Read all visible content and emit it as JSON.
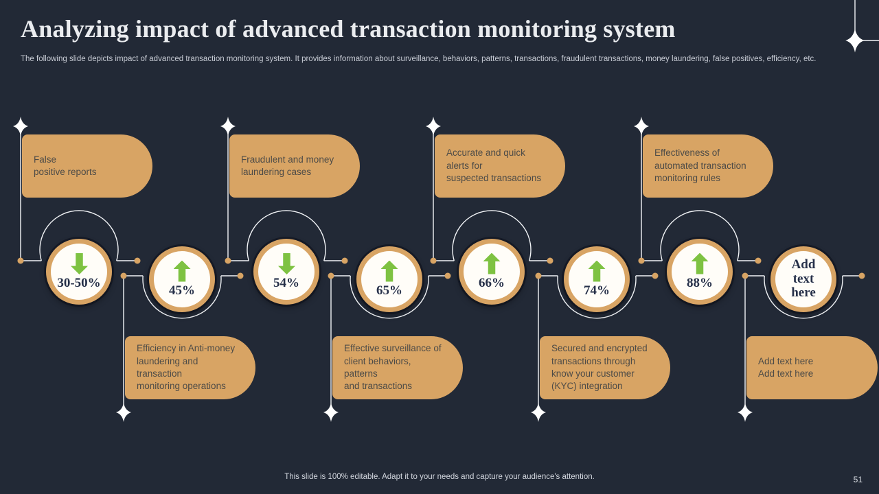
{
  "slide": {
    "title": "Analyzing impact of advanced transaction monitoring system",
    "subtitle": "The following slide depicts impact of advanced transaction monitoring system. It provides information about surveillance, behaviors, patterns, transactions, fraudulent transactions, money laundering, false positives, efficiency, etc.",
    "footer": "This slide is 100% editable. Adapt it to your needs and capture your audience's attention.",
    "page_number": "51"
  },
  "colors": {
    "background": "#222936",
    "accent_tan": "#D8A464",
    "arrow_green": "#7EC242",
    "connector_white": "#F2F4F7",
    "circle_fill": "#FFFDF8",
    "circle_text": "#263049",
    "callout_text": "#4D4B47"
  },
  "nodes": [
    {
      "value": "30-50%",
      "arrow": "down"
    },
    {
      "value": "45%",
      "arrow": "up"
    },
    {
      "value": "54%",
      "arrow": "down"
    },
    {
      "value": "65%",
      "arrow": "up"
    },
    {
      "value": "66%",
      "arrow": "up"
    },
    {
      "value": "74%",
      "arrow": "up"
    },
    {
      "value": "88%",
      "arrow": "up"
    },
    {
      "value": "Add text here",
      "arrow": "none"
    }
  ],
  "callouts_top": [
    {
      "text": "False\npositive reports"
    },
    {
      "text": "Fraudulent and money\nlaundering cases"
    },
    {
      "text": "Accurate and quick\nalerts for\nsuspected transactions"
    },
    {
      "text": "Effectiveness of\nautomated transaction\nmonitoring rules"
    }
  ],
  "callouts_bottom": [
    {
      "text": "Efficiency in Anti-money\nlaundering and\ntransaction\nmonitoring operations"
    },
    {
      "text": "Effective surveillance of\nclient behaviors, patterns\nand transactions"
    },
    {
      "text": "Secured and encrypted\ntransactions through\nknow your customer\n(KYC) integration"
    },
    {
      "text": "Add text here\nAdd text here"
    }
  ]
}
